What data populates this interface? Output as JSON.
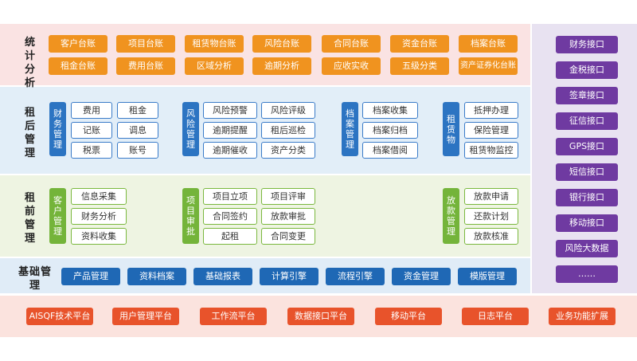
{
  "sections": {
    "statistics": "统计分析",
    "post_lease": "租后管理",
    "pre_lease": "租前管理",
    "basic": "基础管理"
  },
  "statistics_items": [
    "客户台账",
    "项目台账",
    "租赁物台账",
    "风险台账",
    "合同台账",
    "资金台账",
    "档案台账",
    "租金台账",
    "费用台账",
    "区域分析",
    "逾期分析",
    "应收实收",
    "五级分类",
    "资产证券化台账"
  ],
  "post_lease": {
    "finance": {
      "label": "财务管理",
      "items": [
        "费用",
        "租金",
        "记账",
        "调息",
        "税票",
        "账号"
      ]
    },
    "risk": {
      "label": "风险管理",
      "items": [
        "风险预警",
        "风险评级",
        "逾期提醒",
        "租后巡检",
        "逾期催收",
        "资产分类"
      ]
    },
    "archive": {
      "label": "档案管理",
      "items": [
        "档案收集",
        "档案归档",
        "档案借阅"
      ]
    },
    "leased": {
      "label": "租赁物",
      "items": [
        "抵押办理",
        "保险管理",
        "租赁物监控"
      ]
    }
  },
  "pre_lease": {
    "customer": {
      "label": "客户管理",
      "items": [
        "信息采集",
        "财务分析",
        "资料收集"
      ]
    },
    "project": {
      "label": "项目审批",
      "items": [
        "项目立项",
        "项目评审",
        "合同签约",
        "放款审批",
        "起租",
        "合同变更"
      ]
    },
    "loan": {
      "label": "放款管理",
      "items": [
        "放款申请",
        "还款计划",
        "放款核准"
      ]
    }
  },
  "basic_items": [
    "产品管理",
    "资料档案",
    "基础报表",
    "计算引擎",
    "流程引擎",
    "资金管理",
    "模版管理"
  ],
  "platform_items": [
    "AISQF技术平台",
    "用户管理平台",
    "工作流平台",
    "数据接口平台",
    "移动平台",
    "日志平台",
    "业务功能扩展"
  ],
  "interfaces": [
    "财务接口",
    "金税接口",
    "签章接口",
    "征信接口",
    "GPS接口",
    "短信接口",
    "银行接口",
    "移动接口",
    "风险大数据",
    "……"
  ],
  "colors": {
    "statistics_bg": "#fae3e3",
    "post_lease_bg": "#e2eef8",
    "pre_lease_bg": "#eef4e2",
    "basic_bg": "#e0ecf7",
    "platform_bg": "#fbe3de",
    "interface_bg": "#e8e2f1",
    "orange": "#f0931f",
    "blue": "#1f68b5",
    "red": "#e8532b",
    "purple": "#6f3aa1",
    "green": "#74b43a"
  }
}
